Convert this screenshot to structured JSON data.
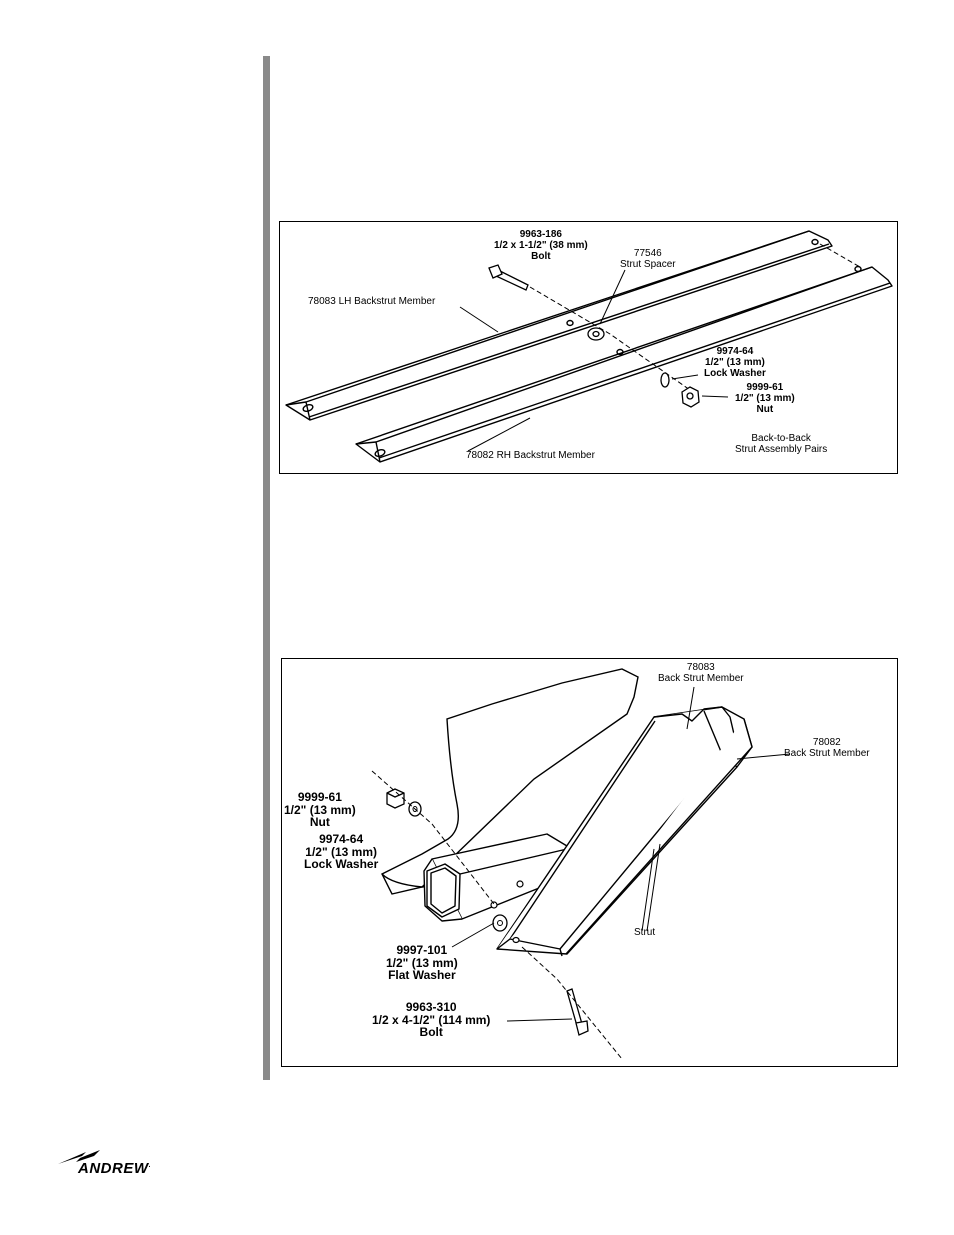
{
  "figure1": {
    "bolt": {
      "part": "9963-186",
      "size": "1/2 x 1-1/2\" (38 mm)",
      "name": "Bolt"
    },
    "spacer": {
      "part": "77546",
      "name": "Strut Spacer"
    },
    "lh_member": "78083 LH Backstrut Member",
    "rh_member": "78082 RH Backstrut Member",
    "lock_washer": {
      "part": "9974-64",
      "size": "1/2\" (13 mm)",
      "name": "Lock Washer"
    },
    "nut": {
      "part": "9999-61",
      "size": "1/2\" (13 mm)",
      "name": "Nut"
    },
    "caption": {
      "line1": "Back-to-Back",
      "line2": "Strut Assembly Pairs"
    }
  },
  "figure2": {
    "member_78083": {
      "part": "78083",
      "name": "Back Strut Member"
    },
    "member_78082": {
      "part": "78082",
      "name": "Back Strut Member"
    },
    "nut": {
      "part": "9999-61",
      "size": "1/2\" (13 mm)",
      "name": "Nut"
    },
    "lock_washer": {
      "part": "9974-64",
      "size": "1/2\" (13 mm)",
      "name": "Lock Washer"
    },
    "flat_washer": {
      "part": "9997-101",
      "size": "1/2\" (13 mm)",
      "name": "Flat Washer"
    },
    "bolt": {
      "part": "9963-310",
      "size": "1/2 x 4-1/2\" (114 mm)",
      "name": "Bolt"
    },
    "strut": "Strut"
  },
  "logo": {
    "text": "ANDREW",
    "mark": "."
  }
}
